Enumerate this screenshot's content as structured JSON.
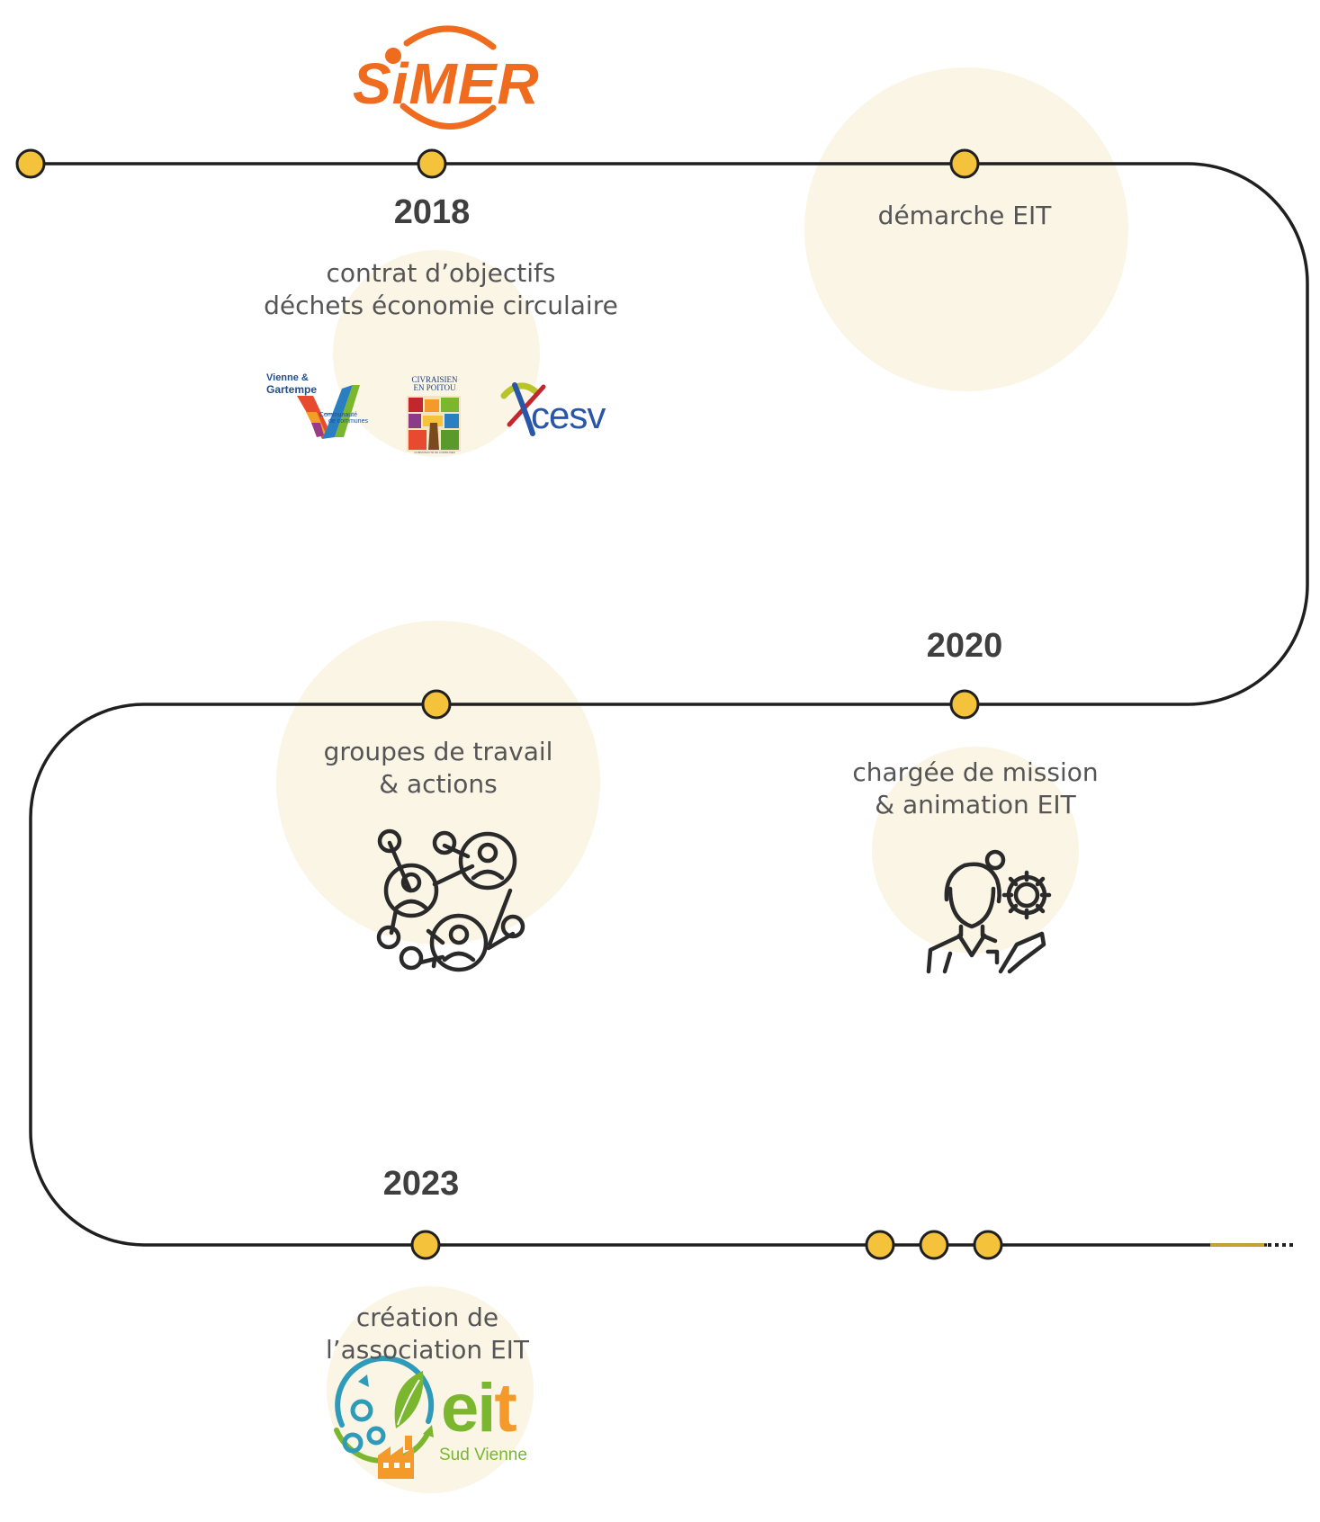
{
  "colors": {
    "node": "#f5c23c",
    "line": "#1f1f1f",
    "halo": "#fbf5e6",
    "simer": "#ef6b1d",
    "eit_green": "#7ab72e",
    "eit_orange": "#f39a2b",
    "eit_ring": "#2e9bb8"
  },
  "logos": {
    "simer": "SiMER",
    "vienne_gartempe": [
      "Vienne &",
      "Gartempe",
      "Communauté",
      "de communes"
    ],
    "civraisien": [
      "CIVRAISIEN",
      "EN POITOU",
      "COMMUNAUTÉ DE COMMUNES"
    ],
    "cesv": "cesv",
    "eit_word": "eit",
    "eit_sub": "Sud Vienne"
  },
  "timeline": {
    "years": [
      "2018",
      "2020",
      "2023"
    ],
    "labels": {
      "contrat": [
        "contrat d’objectifs",
        "déchets économie circulaire"
      ],
      "demarche": [
        "démarche EIT"
      ],
      "groupes": [
        "groupes de travail",
        "& actions"
      ],
      "chargee": [
        "chargée de mission",
        "& animation EIT"
      ],
      "creation": [
        "création de",
        "l’association EIT"
      ]
    }
  },
  "icons": {
    "network": "network-people-icon",
    "woman": "woman-gear-icon",
    "eit_emblem": "eit-gears-leaf-factory-icon",
    "vg_v": "vienne-gartempe-v-icon",
    "civraisien_tree": "civraisien-tree-icon",
    "cesv_ribbon": "cesv-ribbon-icon",
    "continue": "ellipsis-icon"
  }
}
